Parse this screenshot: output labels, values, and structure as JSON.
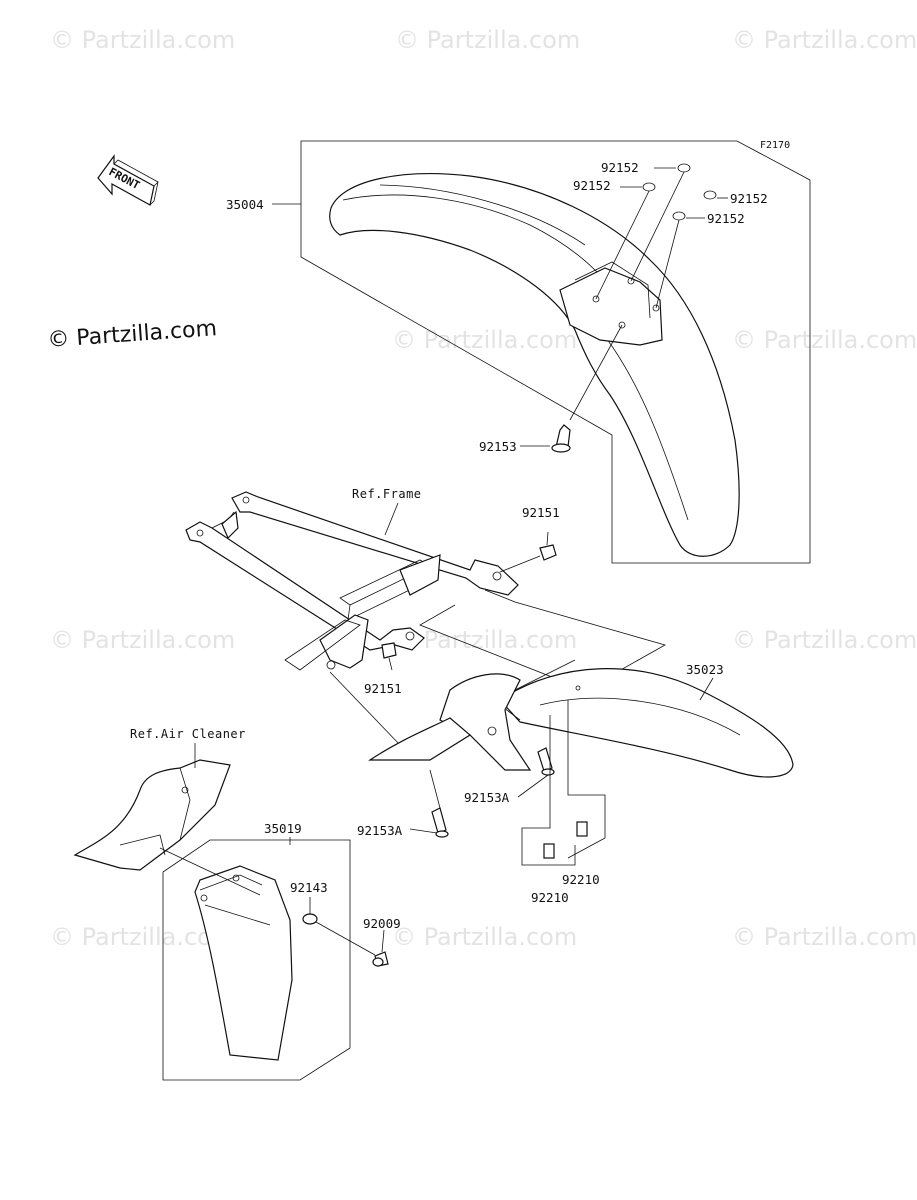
{
  "sheet_code": "F2170",
  "watermark": "© Partzilla.com",
  "front_arrow": "FRONT",
  "references": {
    "frame": "Ref.Frame",
    "air_cleaner": "Ref.Air Cleaner"
  },
  "parts": {
    "front_fender": "35004",
    "rear_fender": "35023",
    "flap": "35019",
    "washer_a": "92152",
    "washer_b": "92152",
    "washer_c": "92152",
    "washer_d": "92152",
    "front_bolt": "92153",
    "frame_bolt_upper": "92151",
    "frame_bolt_lower": "92151",
    "rear_bolt_right": "92153A",
    "rear_bolt_left": "92153A",
    "nut_right": "92210",
    "nut_left": "92210",
    "flap_washer": "92143",
    "flap_bolt": "92009"
  }
}
